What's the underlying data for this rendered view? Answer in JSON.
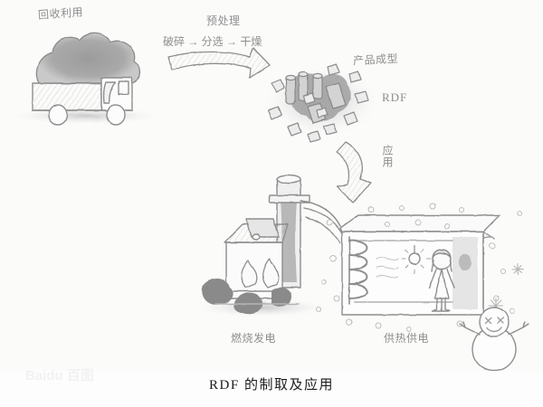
{
  "figure": {
    "caption": "RDF 的制取及应用",
    "watermark": "Baidu 百图",
    "background_color": "#fbfbfa",
    "ink_color": "#8e8e8e",
    "style": "hand-drawn pencil sketch flow illustration"
  },
  "labels": {
    "recycle": "回收利用",
    "pretreatment": "预处理",
    "process_chain": "破碎 → 分选 → 干燥",
    "process_steps": [
      "破碎",
      "分选",
      "干燥"
    ],
    "product_forming": "产品成型",
    "rdf": "RDF",
    "application": "应用",
    "combustion_power": "燃烧发电",
    "heat_and_power": "供热供电"
  },
  "scene": {
    "truck": {
      "name": "garbage-truck",
      "description": "flatbed truck loaded with a mound of waste"
    },
    "arrow_pretreatment": {
      "name": "curved-arrow-right",
      "direction": "right-down"
    },
    "rdf_pellets": {
      "name": "rdf-pellet-cluster",
      "cylinders": 5,
      "chunks": 11
    },
    "arrow_application": {
      "name": "curved-arrow-down",
      "direction": "down"
    },
    "furnace": {
      "name": "combustion-furnace",
      "flames": 2,
      "coal_piles": 3,
      "chimney": true
    },
    "house": {
      "name": "heated-house",
      "radiator_coils": 5,
      "light_bulb": true,
      "occupant": "person",
      "snow_on_roof": true
    },
    "snowman": {
      "name": "snowman",
      "eyes": "x-x",
      "mouth": "smile"
    },
    "snowflakes": 3
  }
}
